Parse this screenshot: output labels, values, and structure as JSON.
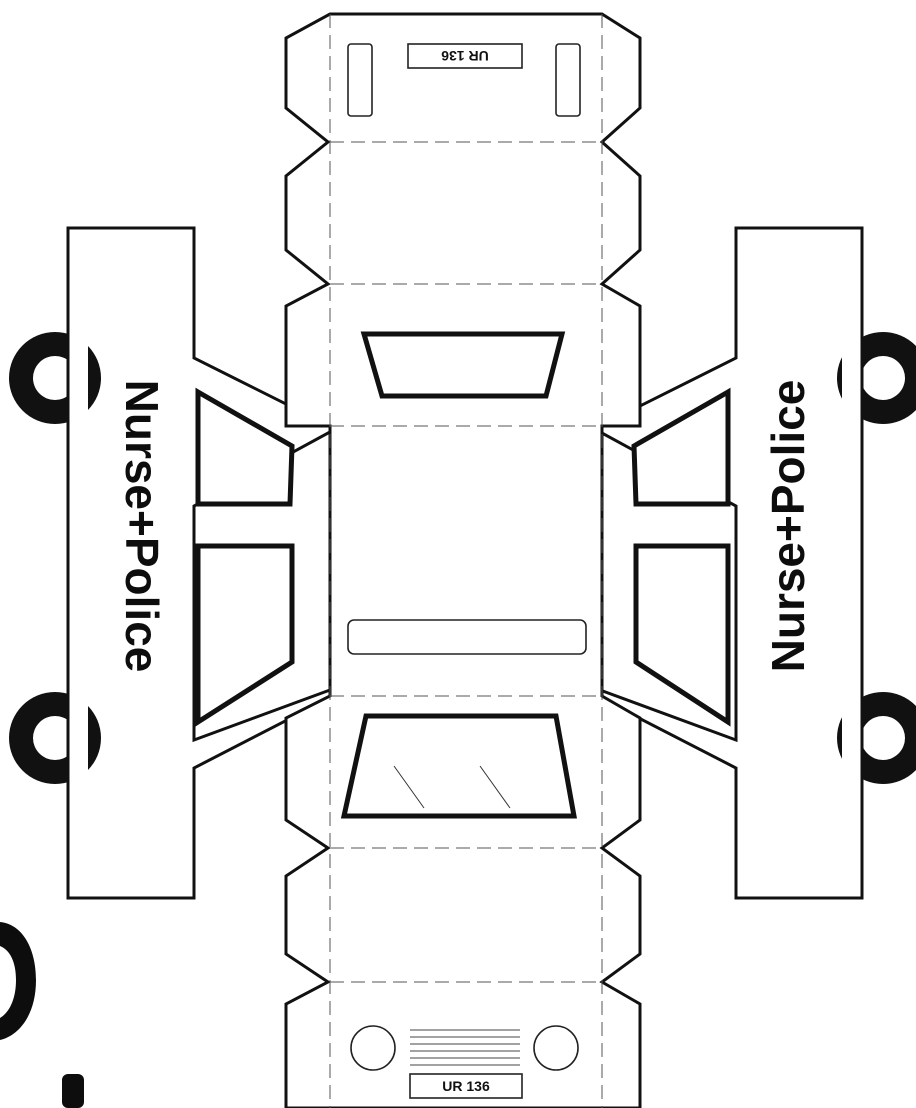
{
  "template": {
    "plates": {
      "rear": "UR 136",
      "front": "UR 136"
    },
    "side_panels": {
      "left": {
        "label": "Nurse+Police"
      },
      "right": {
        "label": "Nurse+Police"
      }
    }
  },
  "colors": {
    "ink": "#111111",
    "paper": "#ffffff",
    "fold_line": "#555555"
  },
  "icons": {
    "wheel": "wheel-icon",
    "headlight": "headlight-icon",
    "grille": "grille-icon",
    "windshield": "windshield-icon",
    "rear-window": "rear-window-icon",
    "side-window": "side-window-icon",
    "tail-light": "tail-light-icon",
    "roof-light-bar": "light-bar-icon"
  }
}
